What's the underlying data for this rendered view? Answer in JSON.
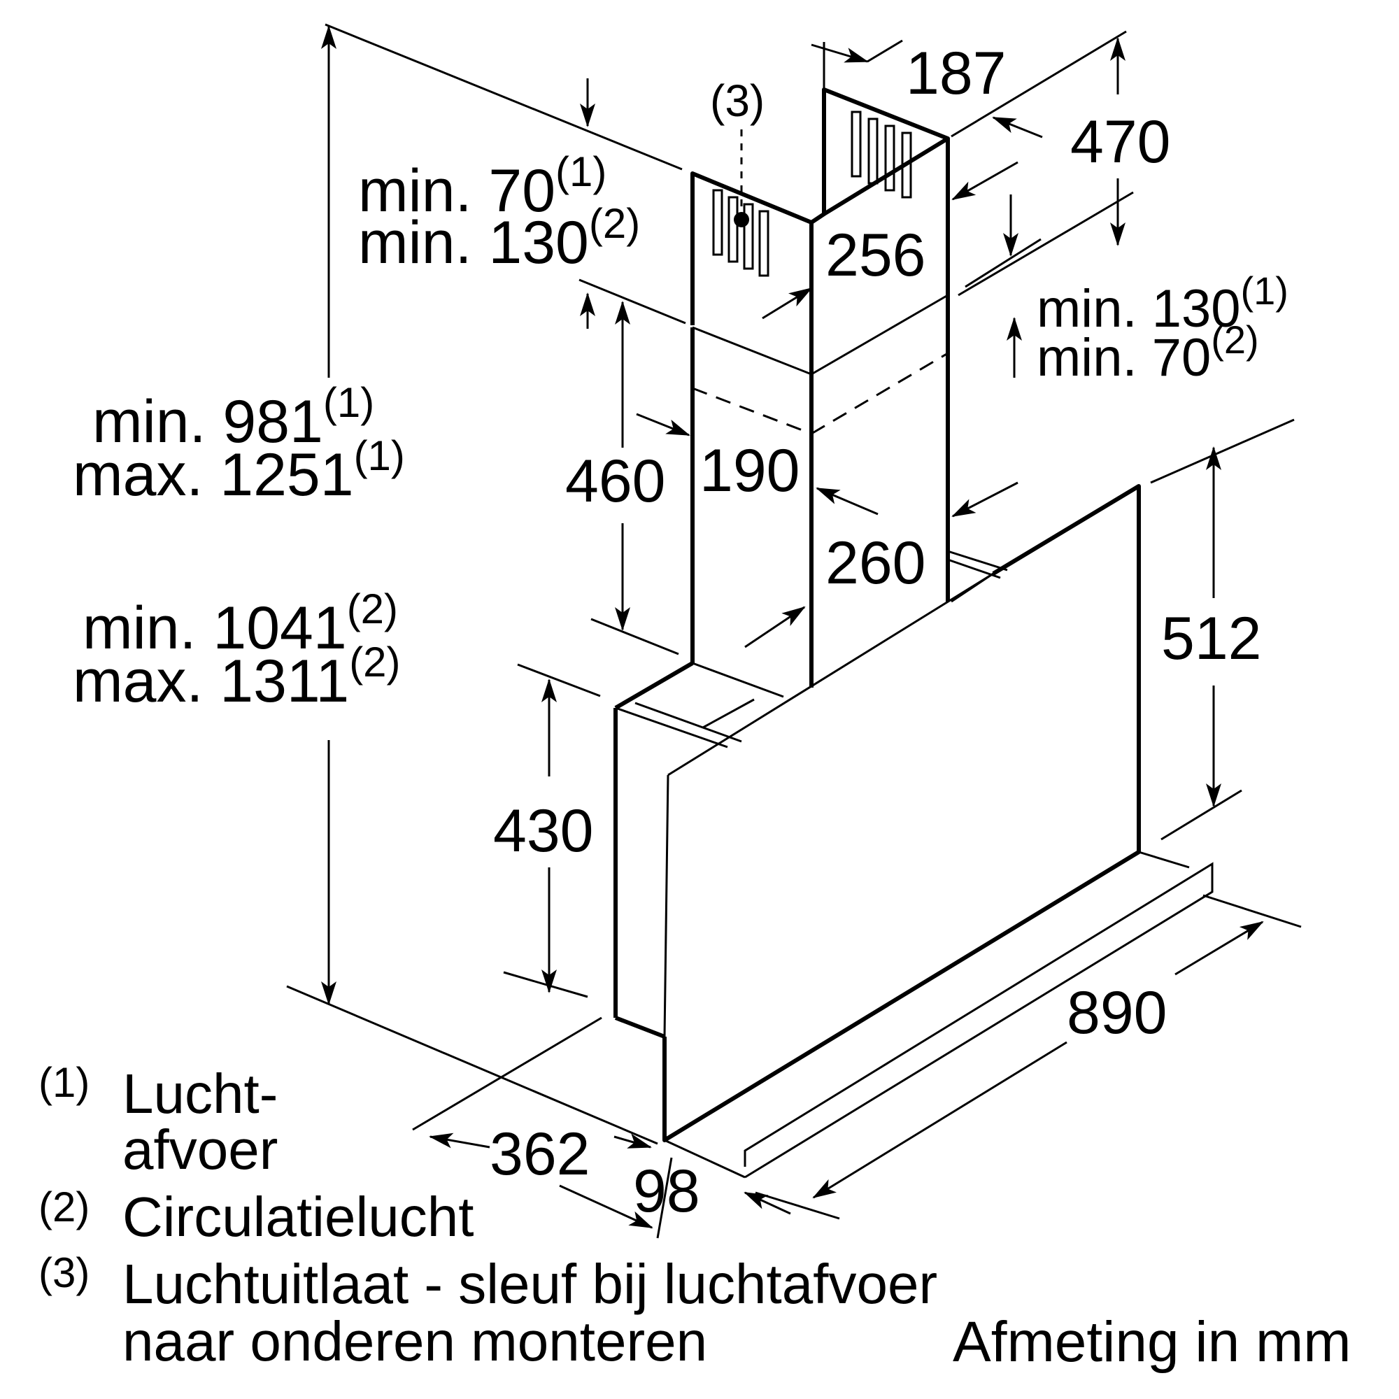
{
  "callout_3": "(3)",
  "dims": {
    "w187": "187",
    "h470": "470",
    "top_min_a": "min. 70",
    "top_min_a_note": "(1)",
    "top_min_b": "min. 130",
    "top_min_b_note": "(2)",
    "w256": "256",
    "right_min_a": "min. 130",
    "right_min_a_note": "(1)",
    "right_min_b": "min. 70",
    "right_min_b_note": "(2)",
    "total1_min": "min. 981",
    "total1_min_note": "(1)",
    "total1_max": "max. 1251",
    "total1_max_note": "(1)",
    "total2_min": "min. 1041",
    "total2_min_note": "(2)",
    "total2_max": "max. 1311",
    "total2_max_note": "(2)",
    "h460": "460",
    "w190": "190",
    "w260": "260",
    "h512": "512",
    "h430": "430",
    "w890": "890",
    "d362": "362",
    "d98": "98"
  },
  "legend": [
    {
      "mark": "(1)",
      "text_lines": [
        "Lucht-",
        "afvoer"
      ]
    },
    {
      "mark": "(2)",
      "text_lines": [
        "Circulatielucht"
      ]
    },
    {
      "mark": "(3)",
      "text_lines": [
        "Luchtuitlaat - sleuf bij luchtafvoer",
        "naar onderen monteren"
      ]
    }
  ],
  "units_note": "Afmeting in mm"
}
